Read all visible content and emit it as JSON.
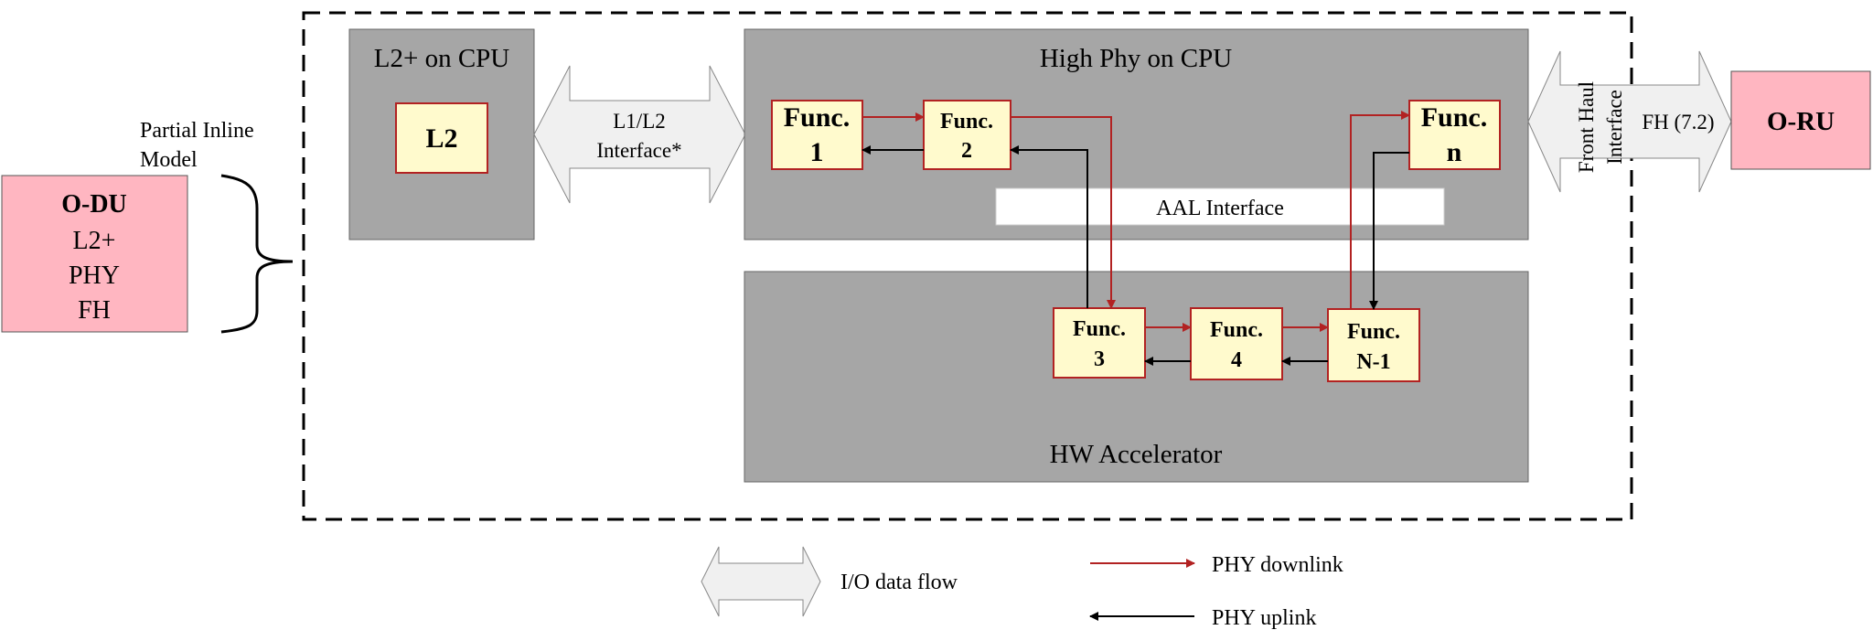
{
  "odu": {
    "title": "O-DU",
    "lines": [
      "L2+",
      "PHY",
      "FH"
    ]
  },
  "partial_inline_model": {
    "line1": "Partial Inline",
    "line2": "Model"
  },
  "l2_cpu": {
    "title": "L2+ on CPU",
    "block": "L2"
  },
  "l1l2_interface": {
    "line1": "L1/L2",
    "line2": "Interface*"
  },
  "high_phy": {
    "title": "High Phy on CPU"
  },
  "aal_interface": {
    "label": "AAL Interface"
  },
  "hw_accelerator": {
    "title": "HW Accelerator"
  },
  "functions": {
    "f1": {
      "line1": "Func.",
      "line2": "1"
    },
    "f2": {
      "line1": "Func.",
      "line2": "2"
    },
    "fn": {
      "line1": "Func.",
      "line2": "n"
    },
    "f3": {
      "line1": "Func.",
      "line2": "3"
    },
    "f4": {
      "line1": "Func.",
      "line2": "4"
    },
    "fn1": {
      "line1": "Func.",
      "line2": "N-1"
    }
  },
  "front_haul": {
    "line1": "Front Haul",
    "line2": "Interface"
  },
  "fh72": {
    "label": "FH (7.2)"
  },
  "oru": {
    "label": "O-RU"
  },
  "legend": {
    "io_flow": "I/O data flow",
    "downlink": "PHY downlink",
    "uplink": "PHY uplink"
  },
  "colors": {
    "pink": "#FFB6C1",
    "gray": "#A6A6A6",
    "cream": "#FFFACD",
    "red": "#B22222",
    "light_arrow": "#F0F0F0"
  }
}
